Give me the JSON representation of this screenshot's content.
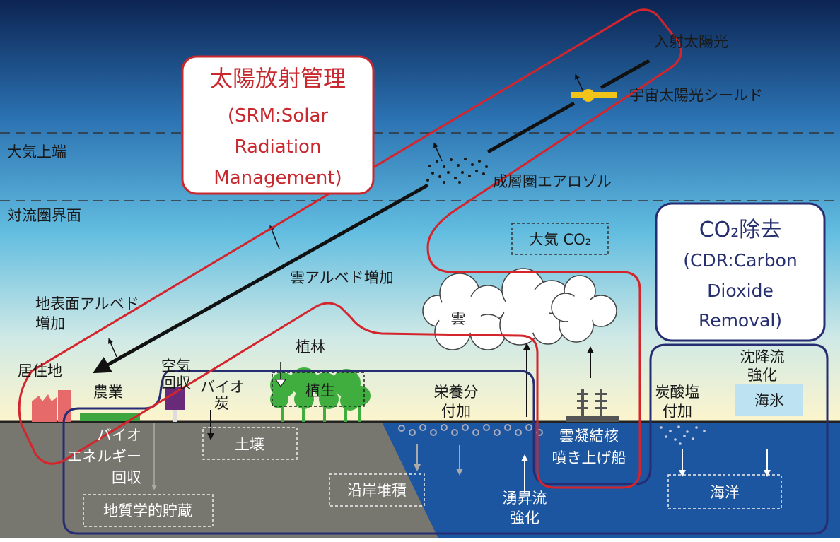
{
  "colors": {
    "sky_top": "#0c2452",
    "sky_mid": "#56b4dc",
    "sky_low": "#fdf5cc",
    "ground": "#77776f",
    "ocean": "#1c55a0",
    "srm_red": "#d4242c",
    "cdr_navy": "#262d72"
  },
  "layers": {
    "top_of_atmosphere": "大気上端",
    "tropopause": "対流圏界面"
  },
  "srm": {
    "title": "太陽放射管理",
    "line1": "(SRM:Solar",
    "line2": "Radiation",
    "line3": "Management)"
  },
  "cdr": {
    "title": "CO₂除去",
    "line1": "(CDR:Carbon",
    "line2": "Dioxide",
    "line3": "Removal)"
  },
  "labels": {
    "incoming_sunlight": "入射太陽光",
    "space_shield": "宇宙太陽光シールド",
    "stratospheric_aerosol": "成層圏エアロゾル",
    "atmospheric_co2": "大気 CO₂",
    "cloud_albedo": "雲アルベド増加",
    "surface_albedo_1": "地表面アルベド",
    "surface_albedo_2": "増加",
    "settlement": "居住地",
    "agriculture": "農業",
    "air_capture_1": "空気",
    "air_capture_2": "回収",
    "biochar_1": "バイオ",
    "biochar_2": "炭",
    "afforestation": "植林",
    "vegetation": "植生",
    "nutrients_1": "栄養分",
    "nutrients_2": "付加",
    "cloud": "雲",
    "carbonate_1": "炭酸塩",
    "carbonate_2": "付加",
    "downwelling_1": "沈降流",
    "downwelling_2": "強化",
    "sea_ice": "海氷",
    "ccn_ship_1": "雲凝結核",
    "ccn_ship_2": "噴き上げ船",
    "upwelling_1": "湧昇流",
    "upwelling_2": "強化",
    "ocean": "海洋",
    "soil": "土壌",
    "coastal_sediment": "沿岸堆積",
    "geological_storage": "地質学的貯蔵",
    "beccs_1": "バイオ",
    "beccs_2": "エネルギー",
    "beccs_3": "回収"
  }
}
